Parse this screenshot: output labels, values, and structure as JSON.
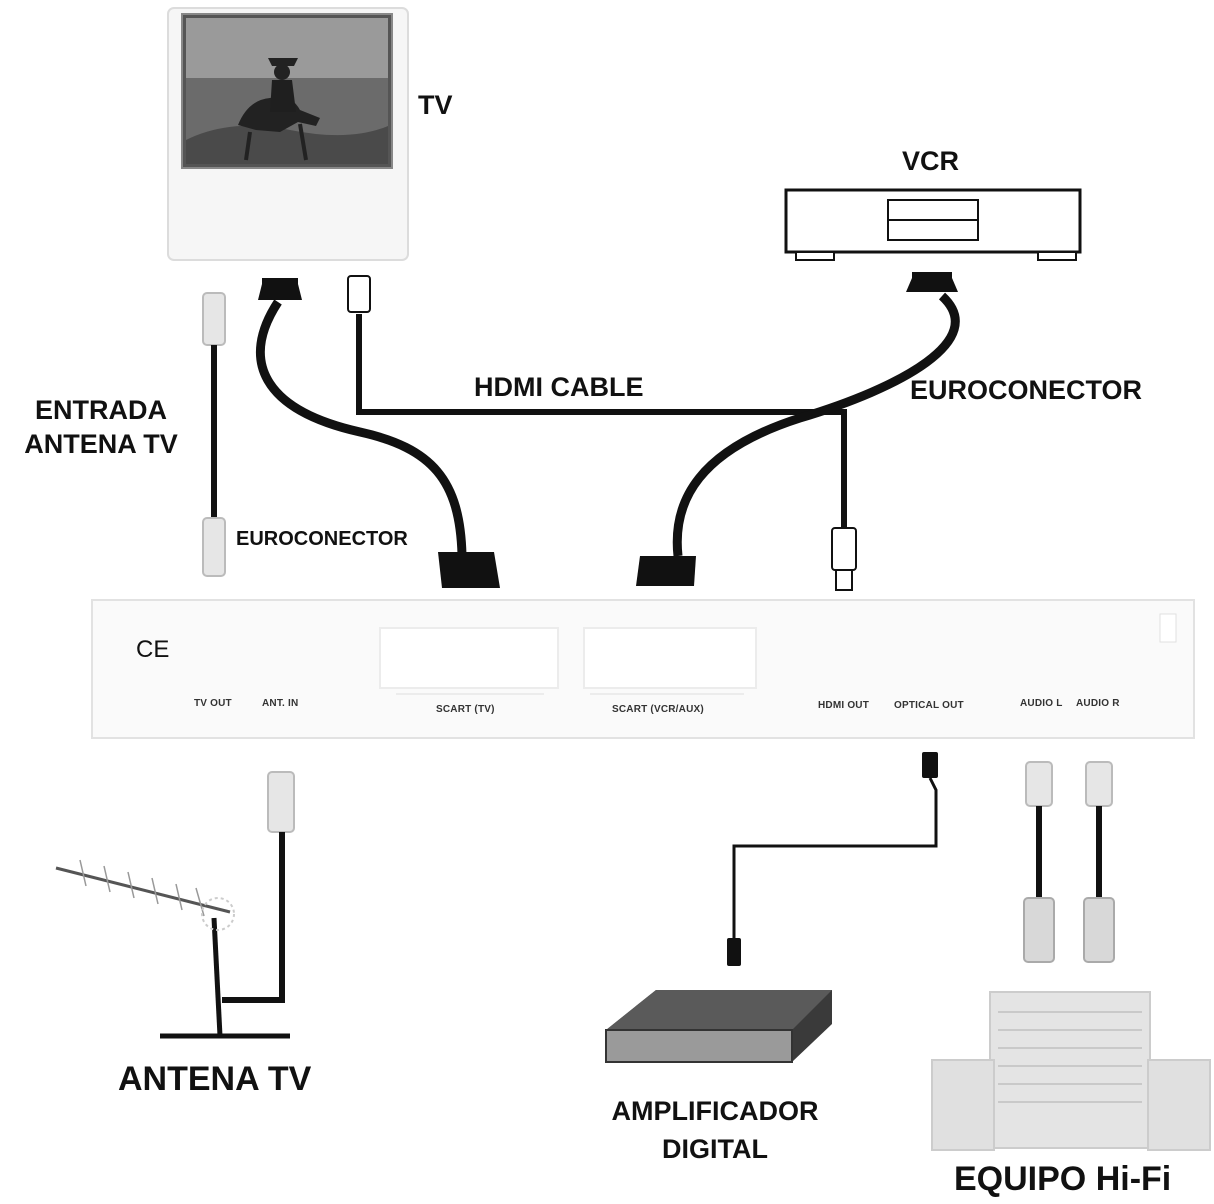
{
  "devices": {
    "tv": "TV",
    "vcr": "VCR",
    "antenna": "ANTENA TV",
    "amplifier": [
      "AMPLIFICADOR",
      "DIGITAL"
    ],
    "hifi": "EQUIPO Hi-Fi"
  },
  "cables": {
    "antenna_input": [
      "ENTRADA",
      "ANTENA TV"
    ],
    "hdmi": "HDMI CABLE",
    "scart_tv": "EUROCONECTOR",
    "scart_vcr": "EUROCONECTOR"
  },
  "receiver": {
    "ce_mark": "CE",
    "ports": {
      "tv_out": "TV OUT",
      "ant_in": "ANT. IN",
      "scart_tv": "SCART (TV)",
      "scart_vcr": "SCART (VCR/AUX)",
      "hdmi_out": "HDMI OUT",
      "optical_out": "OPTICAL OUT",
      "audio_l": "AUDIO L",
      "audio_r": "AUDIO R"
    }
  }
}
